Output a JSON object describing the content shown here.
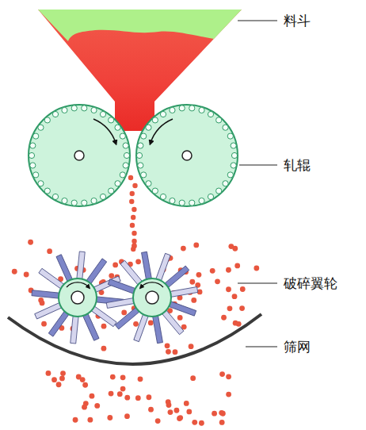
{
  "diagram": {
    "labels": [
      "料斗",
      "轧辊",
      "破碎翼轮",
      "筛网"
    ]
  }
}
